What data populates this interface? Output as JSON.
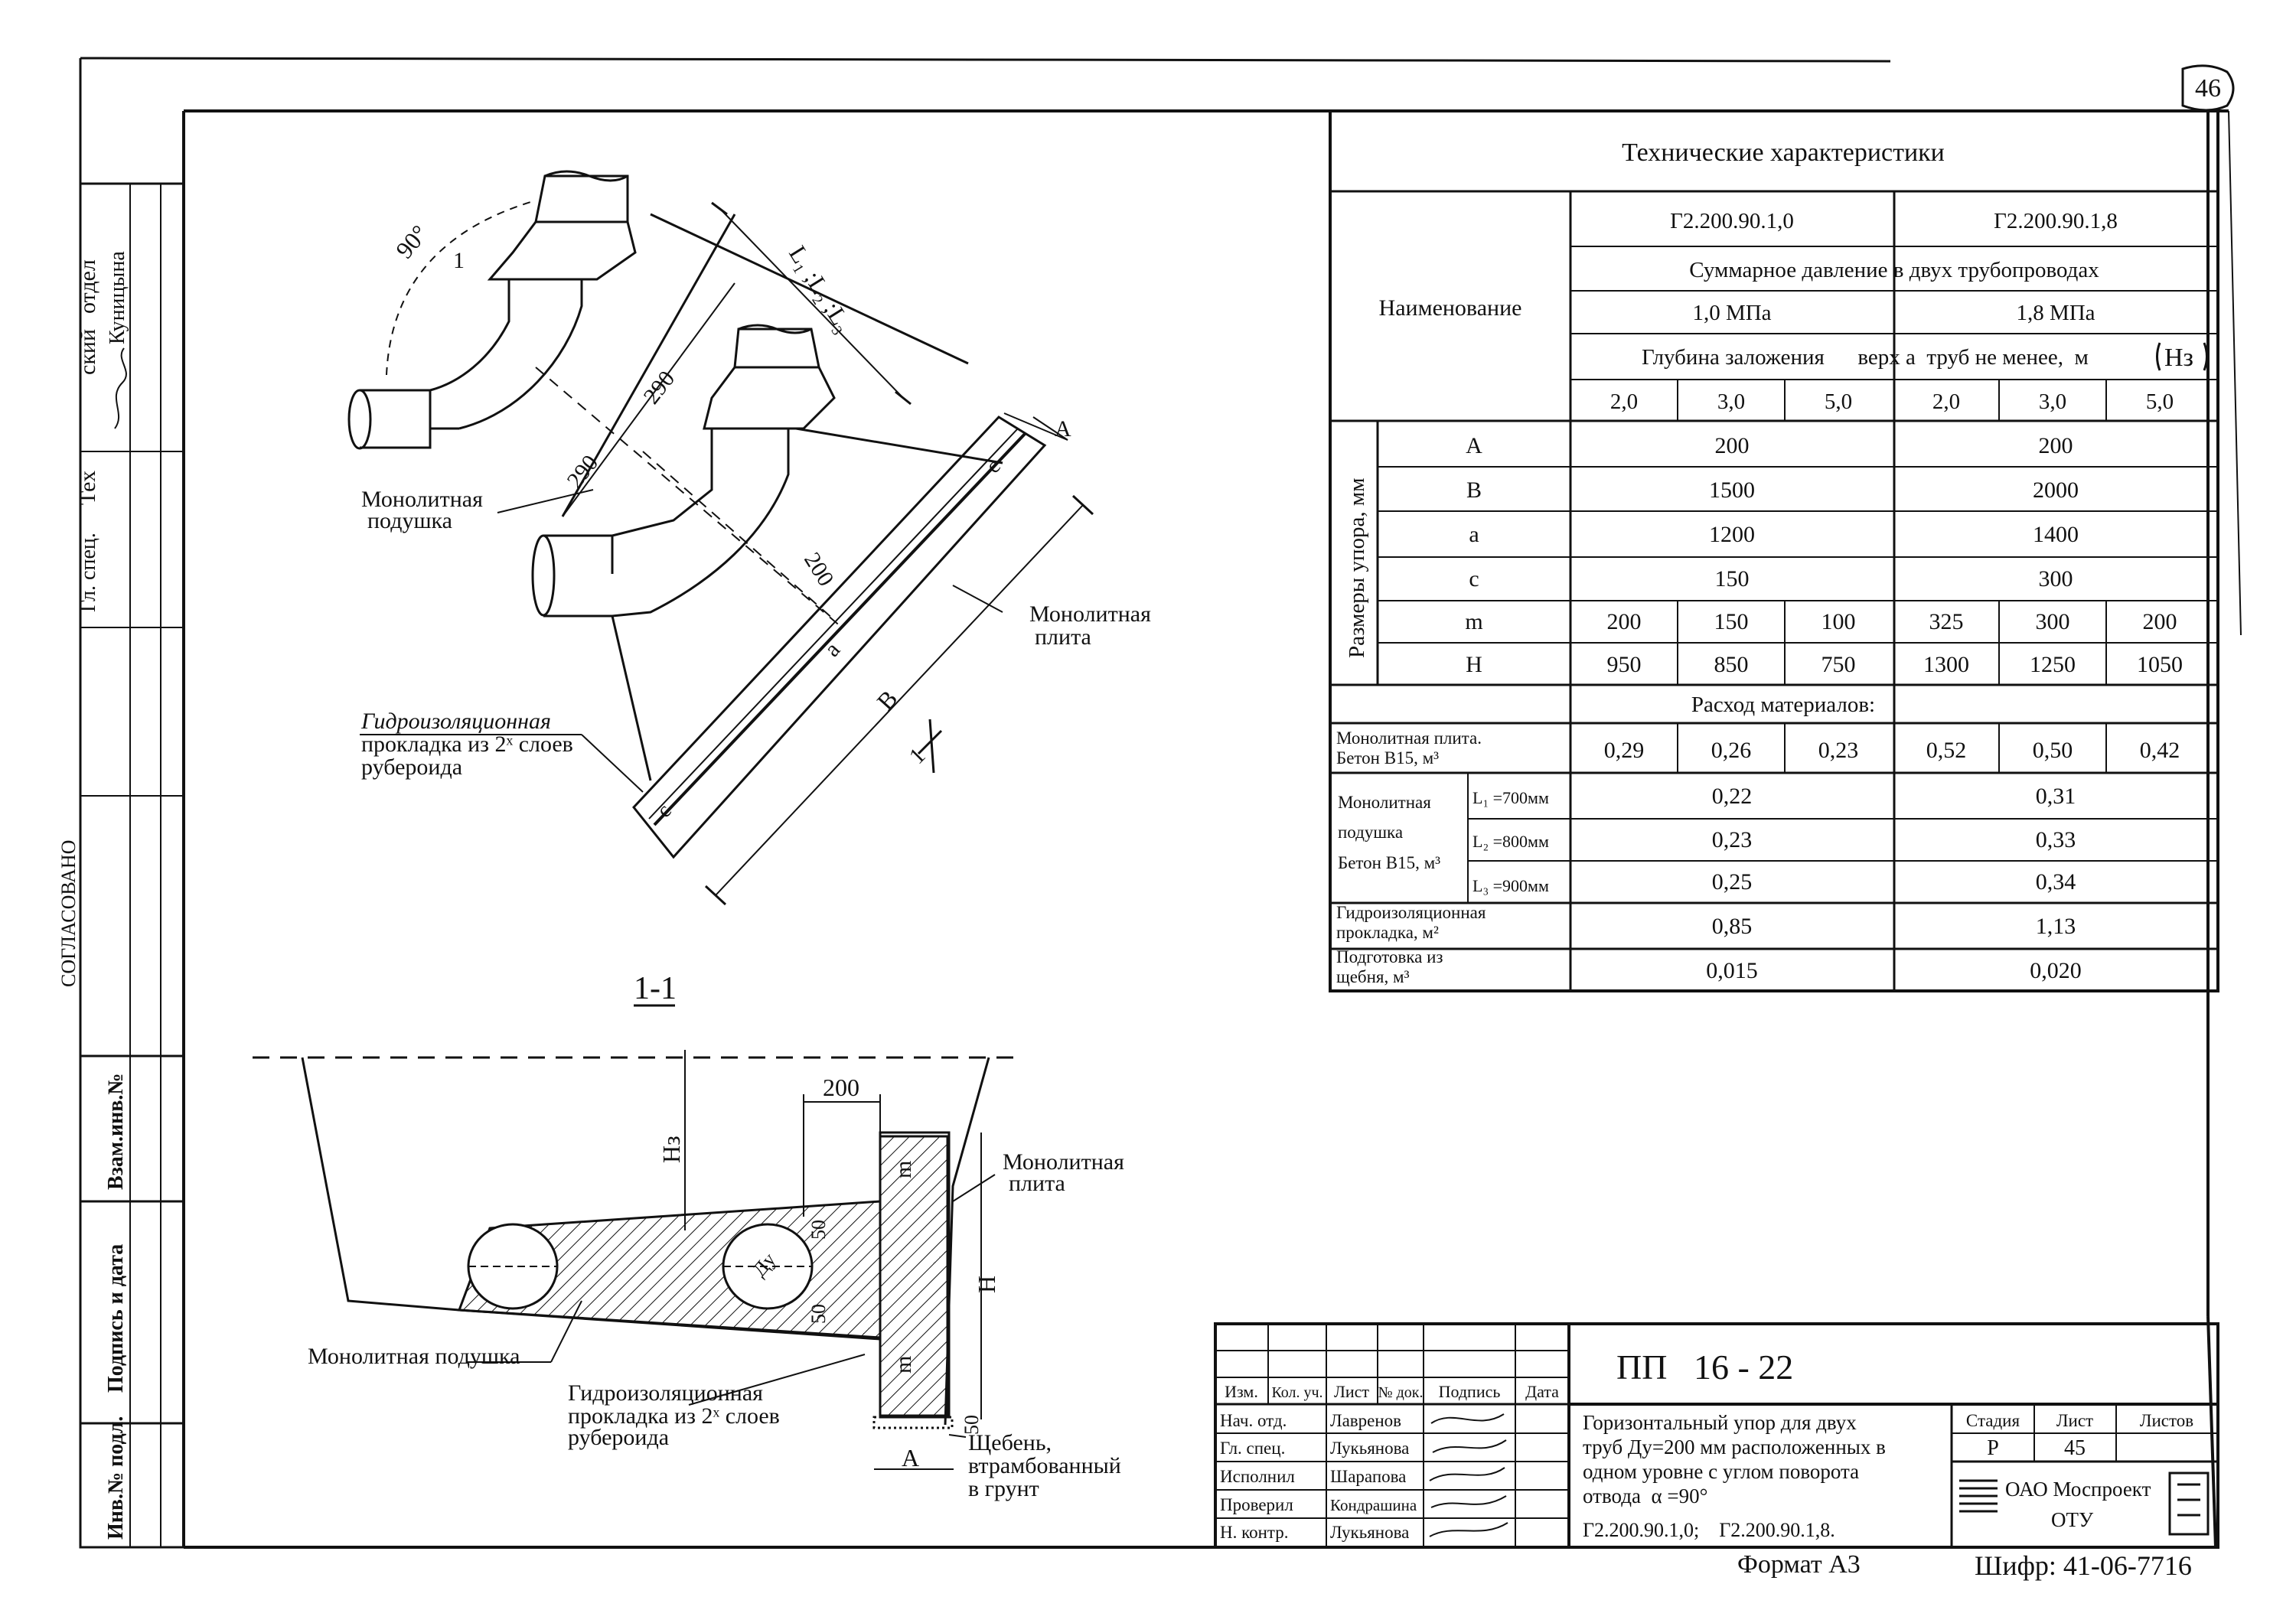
{
  "sheet_number": "46",
  "tech_table": {
    "title": "Технические характеристики",
    "name_header": "Наименование",
    "variants": [
      "Г2.200.90.1,0",
      "Г2.200.90.1,8"
    ],
    "pressure_caption": "Суммарное давление в двух трубопроводах",
    "pressures": [
      "1,0 МПа",
      "1,8 МПа"
    ],
    "depth_caption": "Глубина заложения      верх а  труб не менее,  м",
    "depth_symbol": "Нз",
    "depths": [
      "2,0",
      "3,0",
      "5,0",
      "2,0",
      "3,0",
      "5,0"
    ],
    "dims_caption": "Размеры упора, мм",
    "dims": [
      {
        "label": "A",
        "v1": "200",
        "v2": "200"
      },
      {
        "label": "B",
        "v1": "1500",
        "v2": "2000"
      },
      {
        "label": "a",
        "v1": "1200",
        "v2": "1400"
      },
      {
        "label": "c",
        "v1": "150",
        "v2": "300"
      }
    ],
    "m_row": {
      "label": "m",
      "values": [
        "200",
        "150",
        "100",
        "325",
        "300",
        "200"
      ]
    },
    "h_row": {
      "label": "H",
      "values": [
        "950",
        "850",
        "750",
        "1300",
        "1250",
        "1050"
      ]
    },
    "materials_caption": "Расход материалов:",
    "slab": {
      "label1": "Монолитная плита.",
      "label2": "Бетон В15, м³",
      "values": [
        "0,29",
        "0,26",
        "0,23",
        "0,52",
        "0,50",
        "0,42"
      ]
    },
    "cushion": {
      "label1": "Монолитная",
      "label2": "подушка",
      "label3": "Бетон В15, м³",
      "rows": [
        {
          "l": "L₁ =700мм",
          "v1": "0,22",
          "v2": "0,31"
        },
        {
          "l": "L₂ =800мм",
          "v1": "0,23",
          "v2": "0,33"
        },
        {
          "l": "L₃ =900мм",
          "v1": "0,25",
          "v2": "0,34"
        }
      ]
    },
    "gasket": {
      "label1": "Гидроизоляционная",
      "label2": "прокладка, м²",
      "v1": "0,85",
      "v2": "1,13"
    },
    "prep": {
      "label1": "Подготовка из",
      "label2": "щебня, м³",
      "v1": "0,015",
      "v2": "0,020"
    }
  },
  "plan": {
    "angle": "90°",
    "lengths": "L₁ ;L₂ ;L₃",
    "dim_290a": "290",
    "dim_290b": "290",
    "dim_200": "200",
    "a": "a",
    "b": "B",
    "A": "A",
    "c1": "c",
    "c2": "c",
    "cut": "1",
    "cut2": "1",
    "cushion_1": "Монолитная",
    "cushion_2": "подушка",
    "slab_1": "Монолитная",
    "slab_2": "плита",
    "gasket_1": "Гидроизоляционная",
    "gasket_2": "прокладка из 2ˣ слоев",
    "gasket_3": "рубероида"
  },
  "section": {
    "title": "1-1",
    "dim_200": "200",
    "h3": "Нз",
    "m_top": "m",
    "m_bottom": "m",
    "H": "H",
    "dy": "Ду",
    "d50a": "50",
    "d50b": "50",
    "d50c": "50",
    "A": "A",
    "slab_1": "Монолитная",
    "slab_2": "плита",
    "cushion": "Монолитная подушка",
    "gasket_1": "Гидроизоляционная",
    "gasket_2": "прокладка из 2ˣ слоев",
    "gasket_3": "рубероида",
    "gravel_1": "Щебень,",
    "gravel_2": "втрамбованный",
    "gravel_3": "в грунт"
  },
  "side_stamp": {
    "agreed": "СОГЛАСОВАНО",
    "tech_dep": "Тех",
    "tech_dep2": "ский",
    "tech_dep3": "отдел",
    "kunitsyna": "Куницына",
    "gl_spec": "Гл. спец.",
    "vzam": "Взам.инв.№",
    "podpis": "Подпись и дата",
    "inv": "Инв.№ подл."
  },
  "title_block": {
    "code": "ПП   16 - 22",
    "headers": [
      "Изм.",
      "Кол. уч.",
      "Лист",
      "№ док.",
      "Подпись",
      "Дата"
    ],
    "roles": [
      {
        "role": "Нач. отд.",
        "name": "Лавренов"
      },
      {
        "role": "Гл. спец.",
        "name": "Лукьянова"
      },
      {
        "role": "Исполнил",
        "name": "Шарапова"
      },
      {
        "role": "Проверил",
        "name": "Кондрашина"
      },
      {
        "role": "Н. контр.",
        "name": "Лукьянова"
      }
    ],
    "desc_1": "Горизонтальный упор для двух",
    "desc_2": "труб Ду=200 мм расположенных в",
    "desc_3": "одном уровне с углом поворота",
    "desc_4": "отвода  α =90°",
    "desc_5": "Г2.200.90.1,0;    Г2.200.90.1,8.",
    "stage_label": "Стадия",
    "sheet_label": "Лист",
    "sheets_label": "Листов",
    "stage": "Р",
    "sheet": "45",
    "sheets": "",
    "org_1": "ОАО Моспроект",
    "org_2": "ОТУ"
  },
  "format": "Формат А3",
  "cipher": "Шифр: 41-06-7716"
}
